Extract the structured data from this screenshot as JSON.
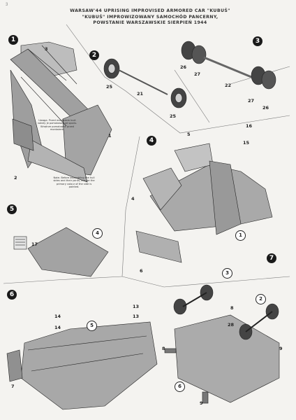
{
  "page_number": "3",
  "title": {
    "line1": "WARSAW'44 UPRISING IMPROVISED ARMORED CAR \"KUBUŚ\"",
    "line2": "\"KUBUŚ\" IMPROWIZOWANY SAMOCHÓD PANCERNY,",
    "line3": "POWSTANIE WARSZAWSKIE SIERPIEŃ 1944"
  },
  "steps": [
    "1",
    "2",
    "3",
    "4",
    "5",
    "6",
    "7"
  ],
  "parts": {
    "s1_3": "3",
    "s1_1": "1",
    "s1_2": "2",
    "s2_25a": "25",
    "s2_21": "21",
    "s2_25b": "25",
    "s3_26a": "26",
    "s3_27a": "27",
    "s3_22": "22",
    "s3_27b": "27",
    "s3_26b": "26",
    "s4_5": "5",
    "s4_16": "16",
    "s4_15": "15",
    "s4_4": "4",
    "s4_6": "6",
    "s5_17": "17",
    "s6_14a": "14",
    "s6_14b": "14",
    "s6_13a": "13",
    "s6_13b": "13",
    "s6_7": "7",
    "s7_8a": "8",
    "s7_28": "28",
    "s7_8b": "8",
    "s7_9a": "9",
    "s7_9b": "9"
  },
  "refs": {
    "s4_ref1": "1",
    "s5_ref4": "4",
    "s6_ref5": "5",
    "s7_ref3": "3",
    "s7_ref2": "2",
    "s7_ref6": "6"
  },
  "notes": {
    "note_a": "Uwaga. Przed montażem burt należy je pomalować od spodu. Wnętrze pomalować przed montażem.",
    "note_b": "Note. Before assembling the hull sides and their joints, ensure the primary colour of the side is painted."
  },
  "colors": {
    "panel_fill": "#a9a9a9",
    "line": "#222222",
    "accent_red": "#b8372c",
    "badge": "#1a1a1a"
  }
}
